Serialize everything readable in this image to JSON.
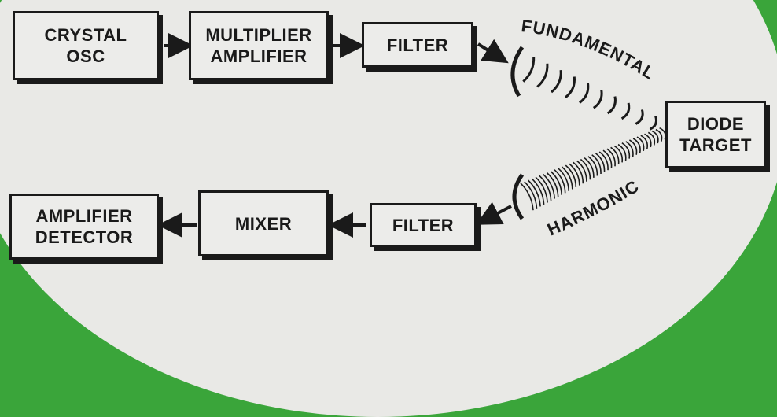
{
  "diagram": {
    "blocks": {
      "crystal_osc": {
        "line1": "CRYSTAL",
        "line2": "OSC"
      },
      "multiplier_amplifier": {
        "line1": "MULTIPLIER",
        "line2": "AMPLIFIER"
      },
      "filter_tx": {
        "label": "FILTER"
      },
      "diode_target": {
        "line1": "DIODE",
        "line2": "TARGET"
      },
      "filter_rx": {
        "label": "FILTER"
      },
      "mixer": {
        "label": "MIXER"
      },
      "amplifier_detector": {
        "line1": "AMPLIFIER",
        "line2": "DETECTOR"
      }
    },
    "labels": {
      "fundamental": "FUNDAMENTAL",
      "harmonic": "HARMONIC"
    }
  }
}
